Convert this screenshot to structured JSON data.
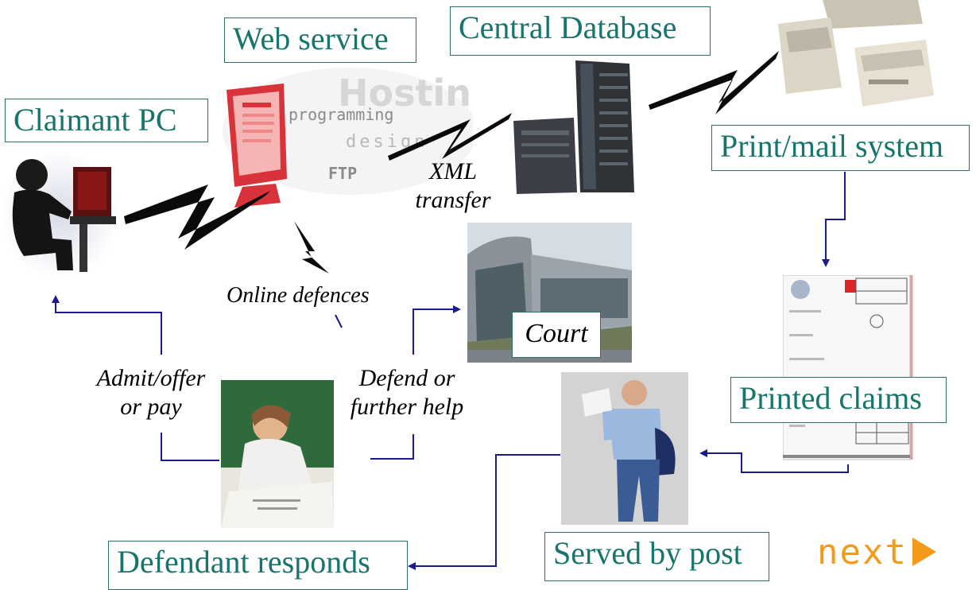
{
  "labels": {
    "claimant_pc": "Claimant PC",
    "web_service": "Web service",
    "central_database": "Central Database",
    "print_mail_system": "Print/mail system",
    "printed_claims": "Printed claims",
    "served_by_post": "Served by post",
    "defendant_responds": "Defendant responds",
    "court": "Court"
  },
  "annotations": {
    "xml_transfer_line1": "XML",
    "xml_transfer_line2": "transfer",
    "online_defences": "Online defences",
    "admit_line1": "Admit/offer",
    "admit_line2": "or pay",
    "defend_line1": "Defend or",
    "defend_line2": "further help"
  },
  "web_graphic_text": {
    "hosting": "Hosting",
    "programming": "programming",
    "design": "design",
    "ftp": "FTP"
  },
  "nav": {
    "next_label": "next"
  },
  "colors": {
    "label_text": "#17756b",
    "label_border": "#2e6f6a",
    "connector": "#1a1a8c",
    "next": "#f39a1a"
  }
}
